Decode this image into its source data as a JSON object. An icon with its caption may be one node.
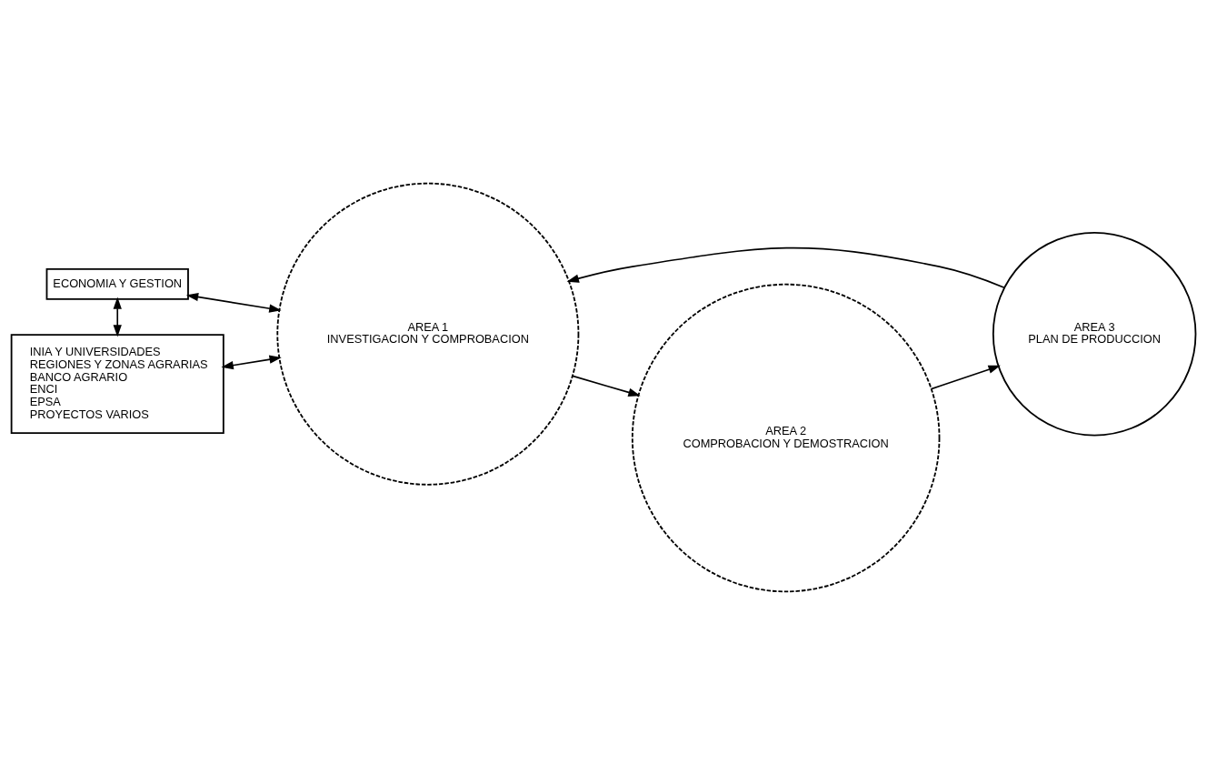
{
  "diagram": {
    "nodes": [
      {
        "text": [
          "ECONOMIA Y GESTION"
        ]
      },
      {
        "text": [
          "AREA 3",
          "PLAN DE PRODUCCION"
        ]
      },
      {
        "text": [
          "AREA 1",
          "INVESTIGACION Y COMPROBACION"
        ]
      },
      {
        "text": [
          "AREA 2",
          "COMPROBACION Y DEMOSTRACION"
        ]
      },
      {
        "text": [
          "INIA Y UNIVERSIDADES",
          "REGIONES Y ZONAS AGRARIAS",
          "BANCO AGRARIO",
          "ENCI",
          "EPSA",
          "PROYECTOS VARIOS"
        ]
      }
    ],
    "edges": [
      {
        "from": 0,
        "to": 2,
        "arrow": "both"
      },
      {
        "from": 0,
        "to": 4,
        "arrow": "both"
      },
      {
        "from": 2,
        "to": 4,
        "arrow": "both"
      },
      {
        "from": 1,
        "to": 2,
        "arrow": "to"
      },
      {
        "from": 2,
        "to": 3,
        "arrow": "to"
      },
      {
        "from": 3,
        "to": 1,
        "arrow": "to"
      }
    ]
  }
}
